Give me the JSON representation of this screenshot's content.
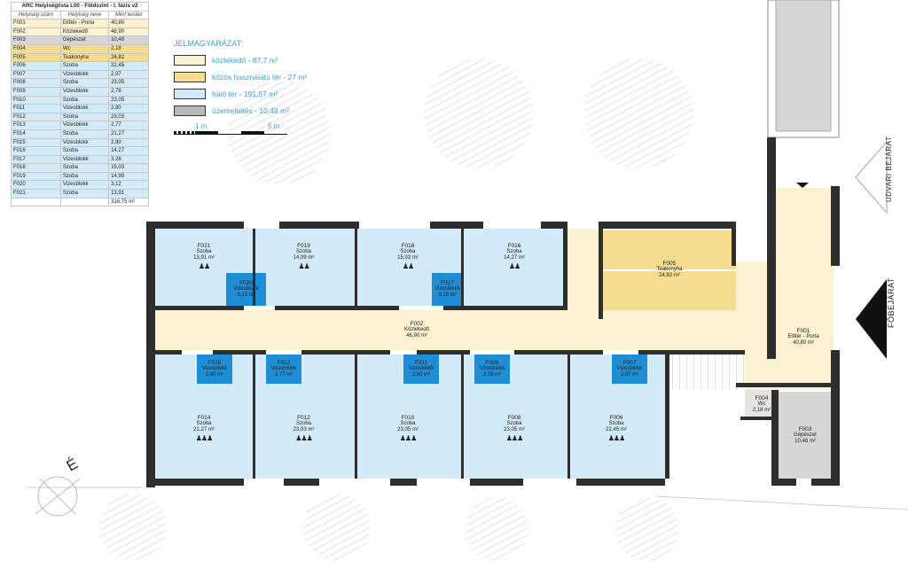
{
  "room_list": {
    "title": "ARC Helyiséglista L00 - Földszint - I. fázis v2",
    "headers": [
      "Helyiség szám",
      "Helyiség neve",
      "Mért terület"
    ],
    "rows": [
      {
        "code": "F001",
        "name": "Előtér - Porta",
        "area": "40,80",
        "cat": "k"
      },
      {
        "code": "F002",
        "name": "Közlekedő",
        "area": "46,90",
        "cat": "k"
      },
      {
        "code": "F003",
        "name": "Gépészet",
        "area": "10,48",
        "cat": "g"
      },
      {
        "code": "F004",
        "name": "Wc",
        "area": "2,18",
        "cat": "y"
      },
      {
        "code": "F005",
        "name": "Teakonyha",
        "area": "24,82",
        "cat": "y"
      },
      {
        "code": "F006",
        "name": "Szoba",
        "area": "22,45",
        "cat": "b"
      },
      {
        "code": "F007",
        "name": "Vizesblokk",
        "area": "2,97",
        "cat": "b"
      },
      {
        "code": "F008",
        "name": "Szoba",
        "area": "23,05",
        "cat": "b"
      },
      {
        "code": "F009",
        "name": "Vizesblokk",
        "area": "2,78",
        "cat": "b"
      },
      {
        "code": "F010",
        "name": "Szoba",
        "area": "23,05",
        "cat": "b"
      },
      {
        "code": "F011",
        "name": "Vizesblokk",
        "area": "2,80",
        "cat": "b"
      },
      {
        "code": "F012",
        "name": "Szoba",
        "area": "23,03",
        "cat": "b"
      },
      {
        "code": "F013",
        "name": "Vizesblokk",
        "area": "2,77",
        "cat": "b"
      },
      {
        "code": "F014",
        "name": "Szoba",
        "area": "21,27",
        "cat": "b"
      },
      {
        "code": "F015",
        "name": "Vizesblokk",
        "area": "2,80",
        "cat": "b"
      },
      {
        "code": "F016",
        "name": "Szoba",
        "area": "14,27",
        "cat": "b"
      },
      {
        "code": "F017",
        "name": "Vizesblokk",
        "area": "3,28",
        "cat": "b"
      },
      {
        "code": "F018",
        "name": "Szoba",
        "area": "15,03",
        "cat": "b"
      },
      {
        "code": "F019",
        "name": "Szoba",
        "area": "14,99",
        "cat": "b"
      },
      {
        "code": "F020",
        "name": "Vizesblokk",
        "area": "3,12",
        "cat": "b"
      },
      {
        "code": "F021",
        "name": "Szoba",
        "area": "13,91",
        "cat": "b"
      }
    ],
    "total": "316,75 m²"
  },
  "legend": {
    "title": "JELMAGYARÁZAT:",
    "items": [
      {
        "label": "közlekedő - 87,7 m²",
        "color": "#fcf1d0"
      },
      {
        "label": "közös használatú tér - 27 m²",
        "color": "#f6dc8e"
      },
      {
        "label": "háló tér - 191,57 m²",
        "color": "#d3eaf8"
      },
      {
        "label": "üzemeltetés - 10,48 m²",
        "color": "#b8b8b8"
      }
    ]
  },
  "scale": {
    "m1": "1 m",
    "m5": "5 m"
  },
  "plan": {
    "rooms": [
      {
        "code": "F021",
        "name": "Szoba",
        "area": "13,91 m²",
        "people": "♟♟"
      },
      {
        "code": "F019",
        "name": "Szoba",
        "area": "14,99 m²",
        "people": "♟♟"
      },
      {
        "code": "F018",
        "name": "Szoba",
        "area": "15,03 m²",
        "people": "♟♟"
      },
      {
        "code": "F016",
        "name": "Szoba",
        "area": "14,27 m²",
        "people": "♟♟"
      },
      {
        "code": "F020",
        "name": "Vizesblokk",
        "area": "3,12 m²"
      },
      {
        "code": "F017",
        "name": "Vizesblokk",
        "area": "3,28 m²"
      },
      {
        "code": "F005",
        "name": "Teakonyha",
        "area": "24,82 m²"
      },
      {
        "code": "F002",
        "name": "Közlekedő",
        "area": "46,90 m²"
      },
      {
        "code": "F001",
        "name": "Előtér - Porta",
        "area": "40,80 m²"
      },
      {
        "code": "F014",
        "name": "Szoba",
        "area": "21,27 m²",
        "people": "♟♟♟"
      },
      {
        "code": "F012",
        "name": "Szoba",
        "area": "23,03 m²",
        "people": "♟♟♟"
      },
      {
        "code": "F010",
        "name": "Szoba",
        "area": "23,05 m²",
        "people": "♟♟♟"
      },
      {
        "code": "F008",
        "name": "Szoba",
        "area": "23,05 m²",
        "people": "♟♟♟"
      },
      {
        "code": "F006",
        "name": "Szoba",
        "area": "22,45 m²",
        "people": "♟♟♟"
      },
      {
        "code": "F015",
        "name": "Vizesblokk",
        "area": "2,80 m²"
      },
      {
        "code": "F013",
        "name": "Vizesblokk",
        "area": "2,77 m²"
      },
      {
        "code": "F011",
        "name": "Vizesblokk",
        "area": "2,80 m²"
      },
      {
        "code": "F009",
        "name": "Vizesblokk",
        "area": "2,78 m²"
      },
      {
        "code": "F007",
        "name": "Vizesblokk",
        "area": "2,97 m²"
      },
      {
        "code": "F004",
        "name": "Wc",
        "area": "2,18 m²"
      },
      {
        "code": "F003",
        "name": "Gépészet",
        "area": "10,48 m²"
      }
    ],
    "side_entry": "UDVARI BEJÁRAT",
    "main_entry": "FŐBEJÁRAT",
    "north": "É",
    "colors": {
      "corridor": "#fcf1d0",
      "common": "#f6dc8e",
      "sleep": "#d3eaf8",
      "wet": "#1e8fd6",
      "service": "#d6d6d6",
      "wall": "#2e2e2e"
    }
  }
}
